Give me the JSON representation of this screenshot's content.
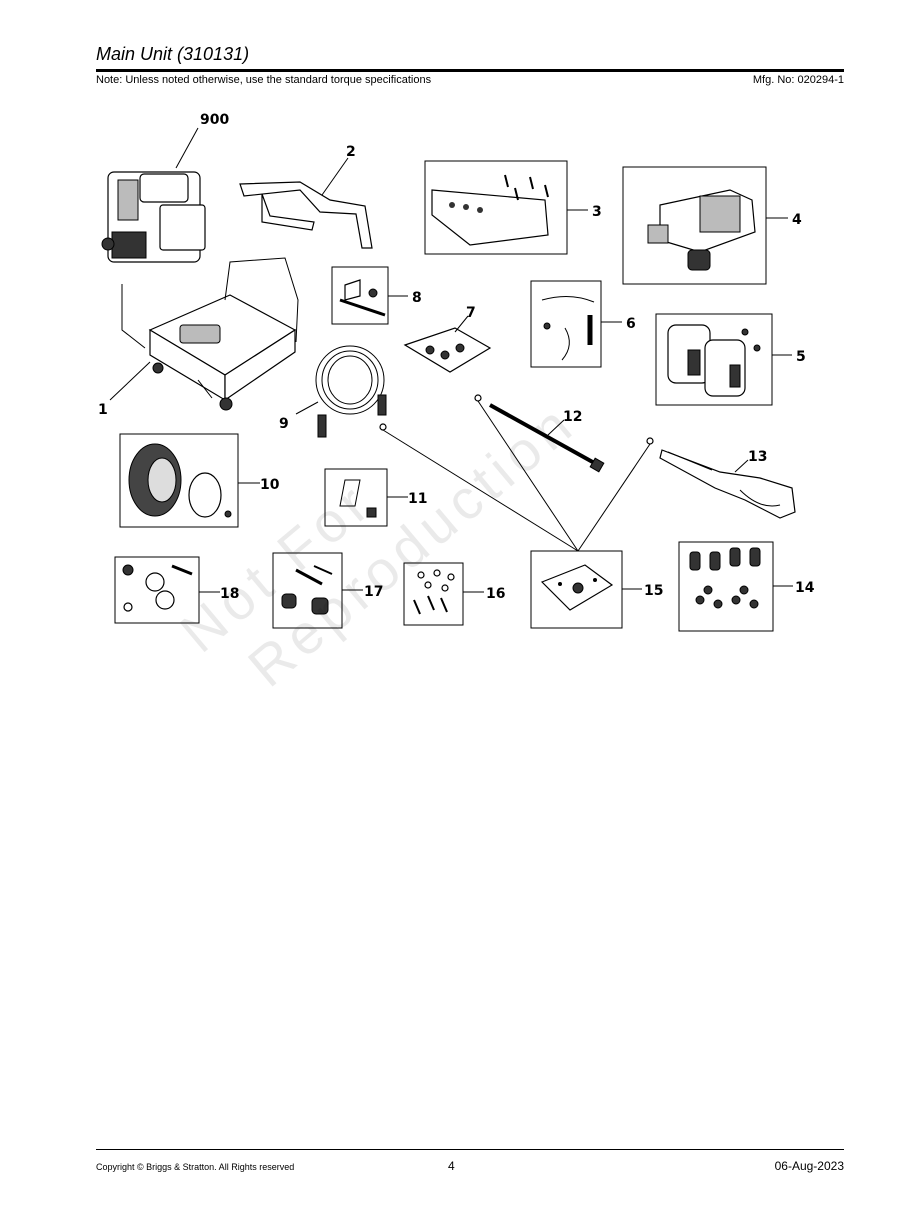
{
  "header": {
    "title": "Main Unit (310131)",
    "note": "Note: Unless noted otherwise, use the standard torque specifications",
    "mfg": "Mfg. No: 020294-1"
  },
  "footer": {
    "copyright": "Copyright ©  Briggs & Stratton. All Rights reserved",
    "page": "4",
    "date": "06-Aug-2023"
  },
  "watermark": {
    "line1": "Not For",
    "line2": "Reproduction"
  },
  "callouts": {
    "c900": "900",
    "c1": "1",
    "c2": "2",
    "c3": "3",
    "c4": "4",
    "c5": "5",
    "c6": "6",
    "c7": "7",
    "c8": "8",
    "c9": "9",
    "c10": "10",
    "c11": "11",
    "c12": "12",
    "c13": "13",
    "c14": "14",
    "c15": "15",
    "c16": "16",
    "c17": "17",
    "c18": "18"
  }
}
